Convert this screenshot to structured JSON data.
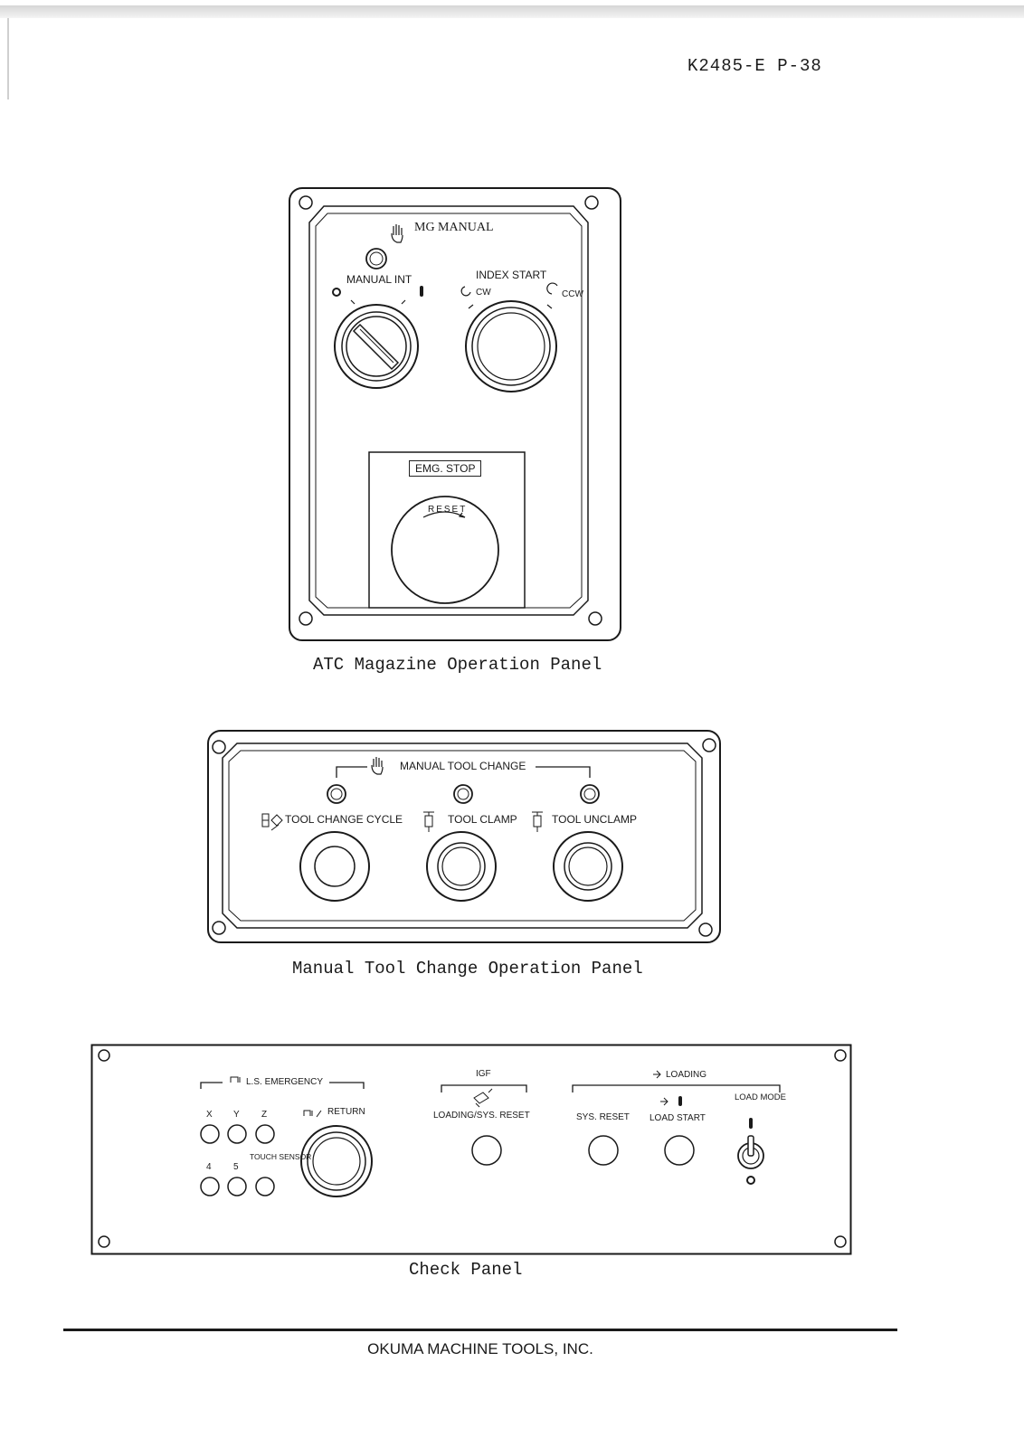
{
  "doc_ref": "K2485-E  P-38",
  "atc_panel": {
    "header_label": "MG MANUAL",
    "manual_int_label": "MANUAL INT",
    "index_start_label": "INDEX START",
    "cw_label": "CW",
    "ccw_label": "CCW",
    "emg_stop_label": "EMG. STOP",
    "reset_label": "RESET",
    "caption": "ATC Magazine Operation Panel"
  },
  "tool_change_panel": {
    "header_label": "MANUAL TOOL CHANGE",
    "tool_change_cycle_label": "TOOL CHANGE CYCLE",
    "tool_clamp_label": "TOOL CLAMP",
    "tool_unclamp_label": "TOOL UNCLAMP",
    "caption": "Manual Tool Change Operation Panel"
  },
  "check_panel": {
    "ls_emergency_label": "L.S. EMERGENCY",
    "axis_x": "X",
    "axis_y": "Y",
    "axis_z": "Z",
    "axis_4": "4",
    "axis_5": "5",
    "touch_sensor_label": "TOUCH SENSOR",
    "return_label": "RETURN",
    "igf_label": "IGF",
    "loading_sys_reset_label": "LOADING/SYS. RESET",
    "loading_label": "LOADING",
    "sys_reset_label": "SYS. RESET",
    "load_start_label": "LOAD  START",
    "load_mode_label": "LOAD MODE",
    "caption": "Check Panel"
  },
  "footer": "OKUMA MACHINE TOOLS, INC."
}
